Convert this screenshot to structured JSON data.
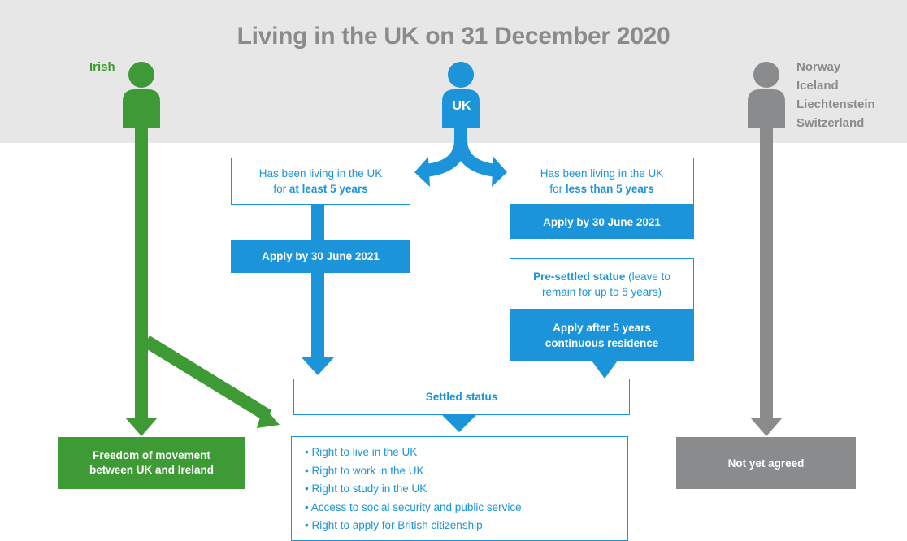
{
  "title": "Living in the UK on 31 December 2020",
  "groups": {
    "irish": "Irish",
    "uk": "UK",
    "efta": [
      "Norway",
      "Iceland",
      "Liechtenstein",
      "Switzerland"
    ]
  },
  "at_least_5": {
    "prefix": "Has been living in the UK",
    "pre": "for ",
    "bold": "at least 5 years"
  },
  "less_than_5": {
    "prefix": "Has been living in the UK",
    "pre": "for ",
    "bold": "less than 5 years"
  },
  "apply_left": "Apply by 30 June 2021",
  "apply_right": "Apply by 30 June 2021",
  "pre_settled": {
    "bold": "Pre-settled statue",
    "rest1": " (leave to",
    "rest2": "remain for up to 5 years)"
  },
  "apply_after": {
    "line1": "Apply after 5 years",
    "line2": "continuous residence"
  },
  "settled": "Settled status",
  "rights": [
    "Right to live in the UK",
    "Right to work in the UK",
    "Right to study in the UK",
    "Access to social security and public service",
    "Right to apply for British citizenship"
  ],
  "freedom": {
    "line1": "Freedom of movement",
    "line2": "between UK and Ireland"
  },
  "not_agreed": "Not yet agreed",
  "colors": {
    "blue": "#1b94d9",
    "green": "#3d9a35",
    "grey": "#8a8b8d",
    "band": "#e7e7e7"
  }
}
